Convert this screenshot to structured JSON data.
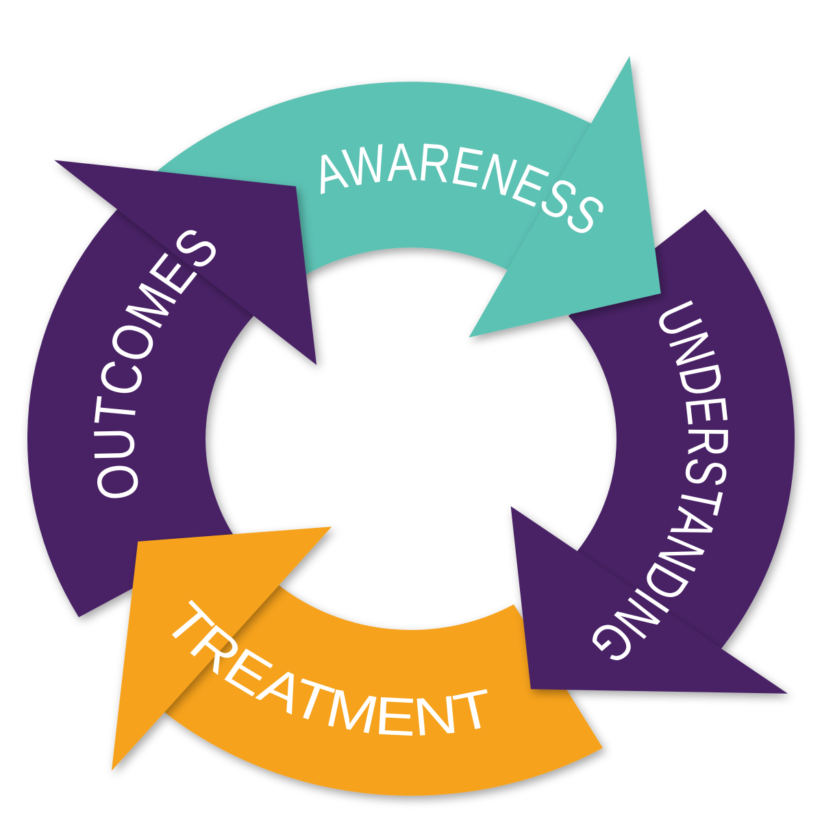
{
  "diagram": {
    "type": "cycle",
    "colors": {
      "teal": "#5BC2B4",
      "purple": "#4A2366",
      "orange": "#F6A21E",
      "text": "#ffffff"
    },
    "steps": [
      {
        "label": "AWARENESS",
        "color": "#5BC2B4"
      },
      {
        "label": "UNDERSTANDING",
        "color": "#4A2366"
      },
      {
        "label": "TREATMENT",
        "color": "#F6A21E"
      },
      {
        "label": "OUTCOMES",
        "color": "#4A2366"
      }
    ]
  }
}
